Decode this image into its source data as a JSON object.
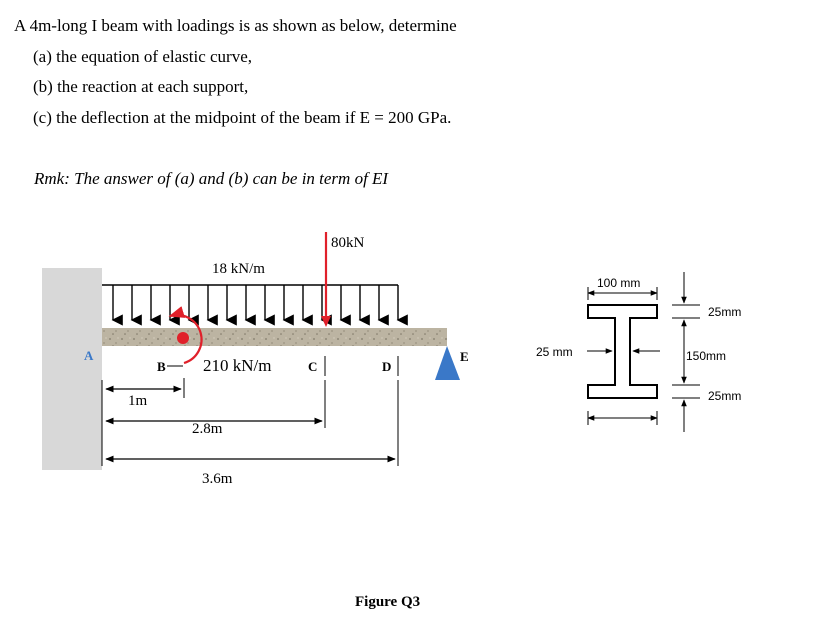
{
  "problem": {
    "intro": "A 4m-long I beam with loadings is as shown as below, determine",
    "part_a": "(a) the equation of elastic curve,",
    "part_b": "(b) the reaction at each support,",
    "part_c": "(c) the deflection at the midpoint of the beam if E = 200 GPa.",
    "remark": "Rmk: The answer of (a) and (b) can be in term of EI"
  },
  "figure": {
    "caption": "Figure Q3",
    "point_load": "80kN",
    "distributed_load": "18 kN/m",
    "moment": "210 kN/m",
    "points": {
      "A": "A",
      "B": "B",
      "C": "C",
      "D": "D",
      "E": "E"
    },
    "dimensions": {
      "d1": "1m",
      "d2": "2.8m",
      "d3": "3.6m"
    },
    "section": {
      "flange_width": "100 mm",
      "top_flange": "25mm",
      "web_height": "150mm",
      "bottom_flange": "25mm",
      "web_thickness": "25 mm"
    },
    "colors": {
      "load": "#e0202a",
      "moment": "#e0202a",
      "support": "#3a78c8",
      "wall": "#d8d8d8",
      "beam": "#bcb4a2"
    }
  }
}
